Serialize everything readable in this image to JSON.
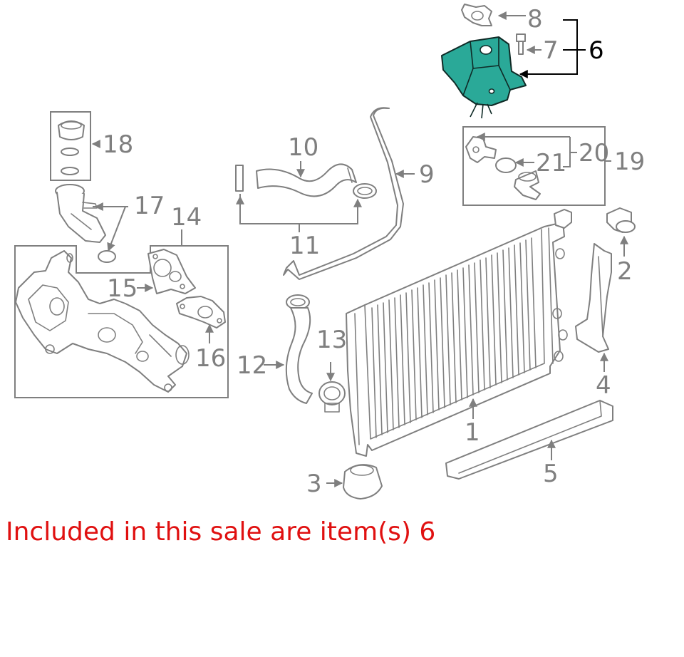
{
  "callouts": {
    "c1": "1",
    "c2": "2",
    "c3": "3",
    "c4": "4",
    "c5": "5",
    "c6": "6",
    "c7": "7",
    "c8": "8",
    "c9": "9",
    "c10": "10",
    "c11": "11",
    "c12": "12",
    "c13": "13",
    "c14": "14",
    "c15": "15",
    "c16": "16",
    "c17": "17",
    "c18": "18",
    "c19": "19",
    "c20": "20",
    "c21": "21"
  },
  "highlighted_item": "6",
  "colors": {
    "highlight_fill": "#2aa998",
    "part_stroke": "#7f7f7f",
    "caption": "#e01010"
  },
  "caption": "Included in this sale are item(s) 6"
}
